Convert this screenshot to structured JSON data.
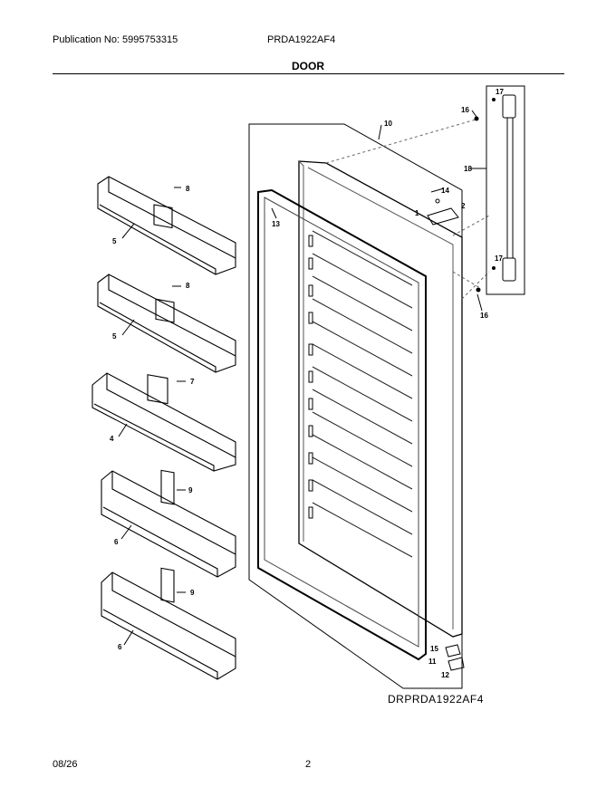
{
  "header": {
    "publication": "Publication No: 5995753315",
    "model": "PRDA1922AF4"
  },
  "title": "DOOR",
  "diagram_code": "DRPRDA1922AF4",
  "footer": {
    "date": "08/26",
    "page": "2"
  },
  "callouts": {
    "c1": "1",
    "c2": "2",
    "c4": "4",
    "c5a": "5",
    "c5b": "5",
    "c6a": "6",
    "c6b": "6",
    "c7": "7",
    "c8a": "8",
    "c8b": "8",
    "c9a": "9",
    "c9b": "9",
    "c10": "10",
    "c11": "11",
    "c12": "12",
    "c13": "13",
    "c14": "14",
    "c15": "15",
    "c16a": "16",
    "c16b": "16",
    "c17a": "17",
    "c17b": "17",
    "c18": "18"
  }
}
